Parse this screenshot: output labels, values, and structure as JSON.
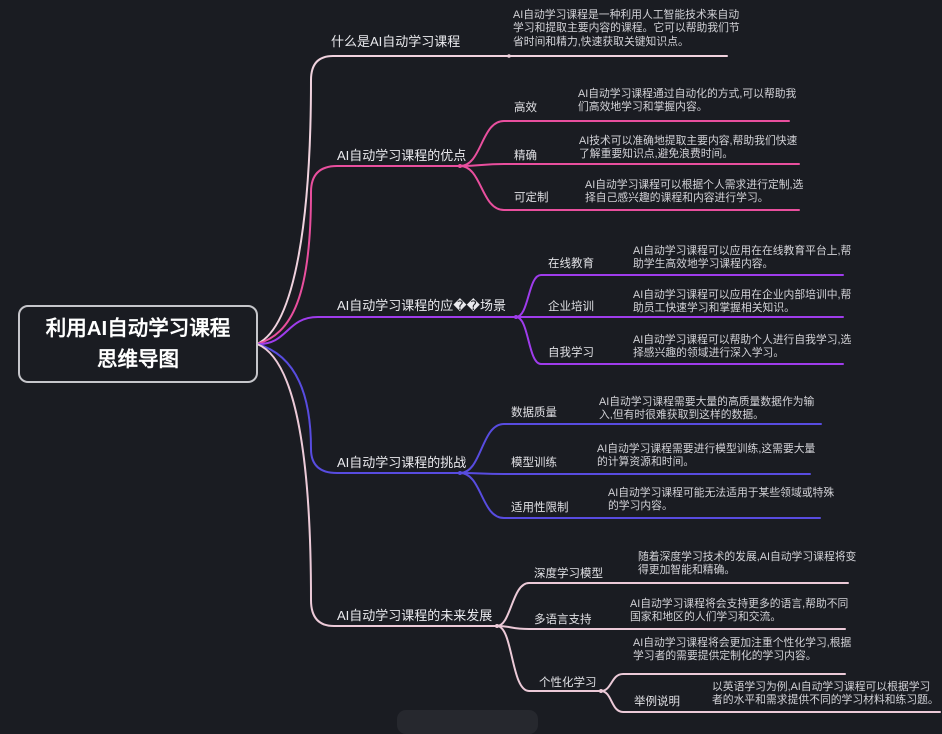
{
  "palette": {
    "background": "#1a1c22",
    "root_border": "#c6c6cb",
    "branch_what": "#f0d2de",
    "branch_advantages": "#e94f9e",
    "branch_scenarios": "#9f3cec",
    "branch_challenges": "#584ce0",
    "branch_future": "#eccad8",
    "text_root": "#ffffff",
    "text_label": "#eaeaee",
    "text_leaf": "#d2d2d7"
  },
  "root": {
    "label": "利用AI自动学习课程\n思维导图"
  },
  "branches": [
    {
      "label": "什么是AI自动学习课程",
      "leaf": "AI自动学习课程是一种利用人工智能技术来自动\n学习和提取主要内容的课程。它可以帮助我们节\n省时间和精力,快速获取关键知识点。"
    },
    {
      "label": "AI自动学习课程的优点",
      "children": [
        {
          "label": "高效",
          "leaf": "AI自动学习课程通过自动化的方式,可以帮助我\n们高效地学习和掌握内容。"
        },
        {
          "label": "精确",
          "leaf": "AI技术可以准确地提取主要内容,帮助我们快速\n了解重要知识点,避免浪费时间。"
        },
        {
          "label": "可定制",
          "leaf": "AI自动学习课程可以根据个人需求进行定制,选\n择自己感兴趣的课程和内容进行学习。"
        }
      ]
    },
    {
      "label": "AI自动学习课程的应��场景",
      "children": [
        {
          "label": "在线教育",
          "leaf": "AI自动学习课程可以应用在在线教育平台上,帮\n助学生高效地学习课程内容。"
        },
        {
          "label": "企业培训",
          "leaf": "AI自动学习课程可以应用在企业内部培训中,帮\n助员工快速学习和掌握相关知识。"
        },
        {
          "label": "自我学习",
          "leaf": "AI自动学习课程可以帮助个人进行自我学习,选\n择感兴趣的领域进行深入学习。"
        }
      ]
    },
    {
      "label": "AI自动学习课程的挑战",
      "children": [
        {
          "label": "数据质量",
          "leaf": "AI自动学习课程需要大量的高质量数据作为输\n入,但有时很难获取到这样的数据。"
        },
        {
          "label": "模型训练",
          "leaf": "AI自动学习课程需要进行模型训练,这需要大量\n的计算资源和时间。"
        },
        {
          "label": "适用性限制",
          "leaf": "AI自动学习课程可能无法适用于某些领域或特殊\n的学习内容。"
        }
      ]
    },
    {
      "label": "AI自动学习课程的未来发展",
      "children": [
        {
          "label": "深度学习模型",
          "leaf": "随着深度学习技术的发展,AI自动学习课程将变\n得更加智能和精确。"
        },
        {
          "label": "多语言支持",
          "leaf": "AI自动学习课程将会支持更多的语言,帮助不同\n国家和地区的人们学习和交流。"
        },
        {
          "label": "个性化学习",
          "leaf": "AI自动学习课程将会更加注重个性化学习,根据\n学习者的需要提供定制化的学习内容。",
          "children": [
            {
              "label": "举例说明",
              "leaf": "以英语学习为例,AI自动学习课程可以根据学习\n者的水平和需求提供不同的学习材料和练习题。"
            }
          ]
        }
      ]
    }
  ]
}
